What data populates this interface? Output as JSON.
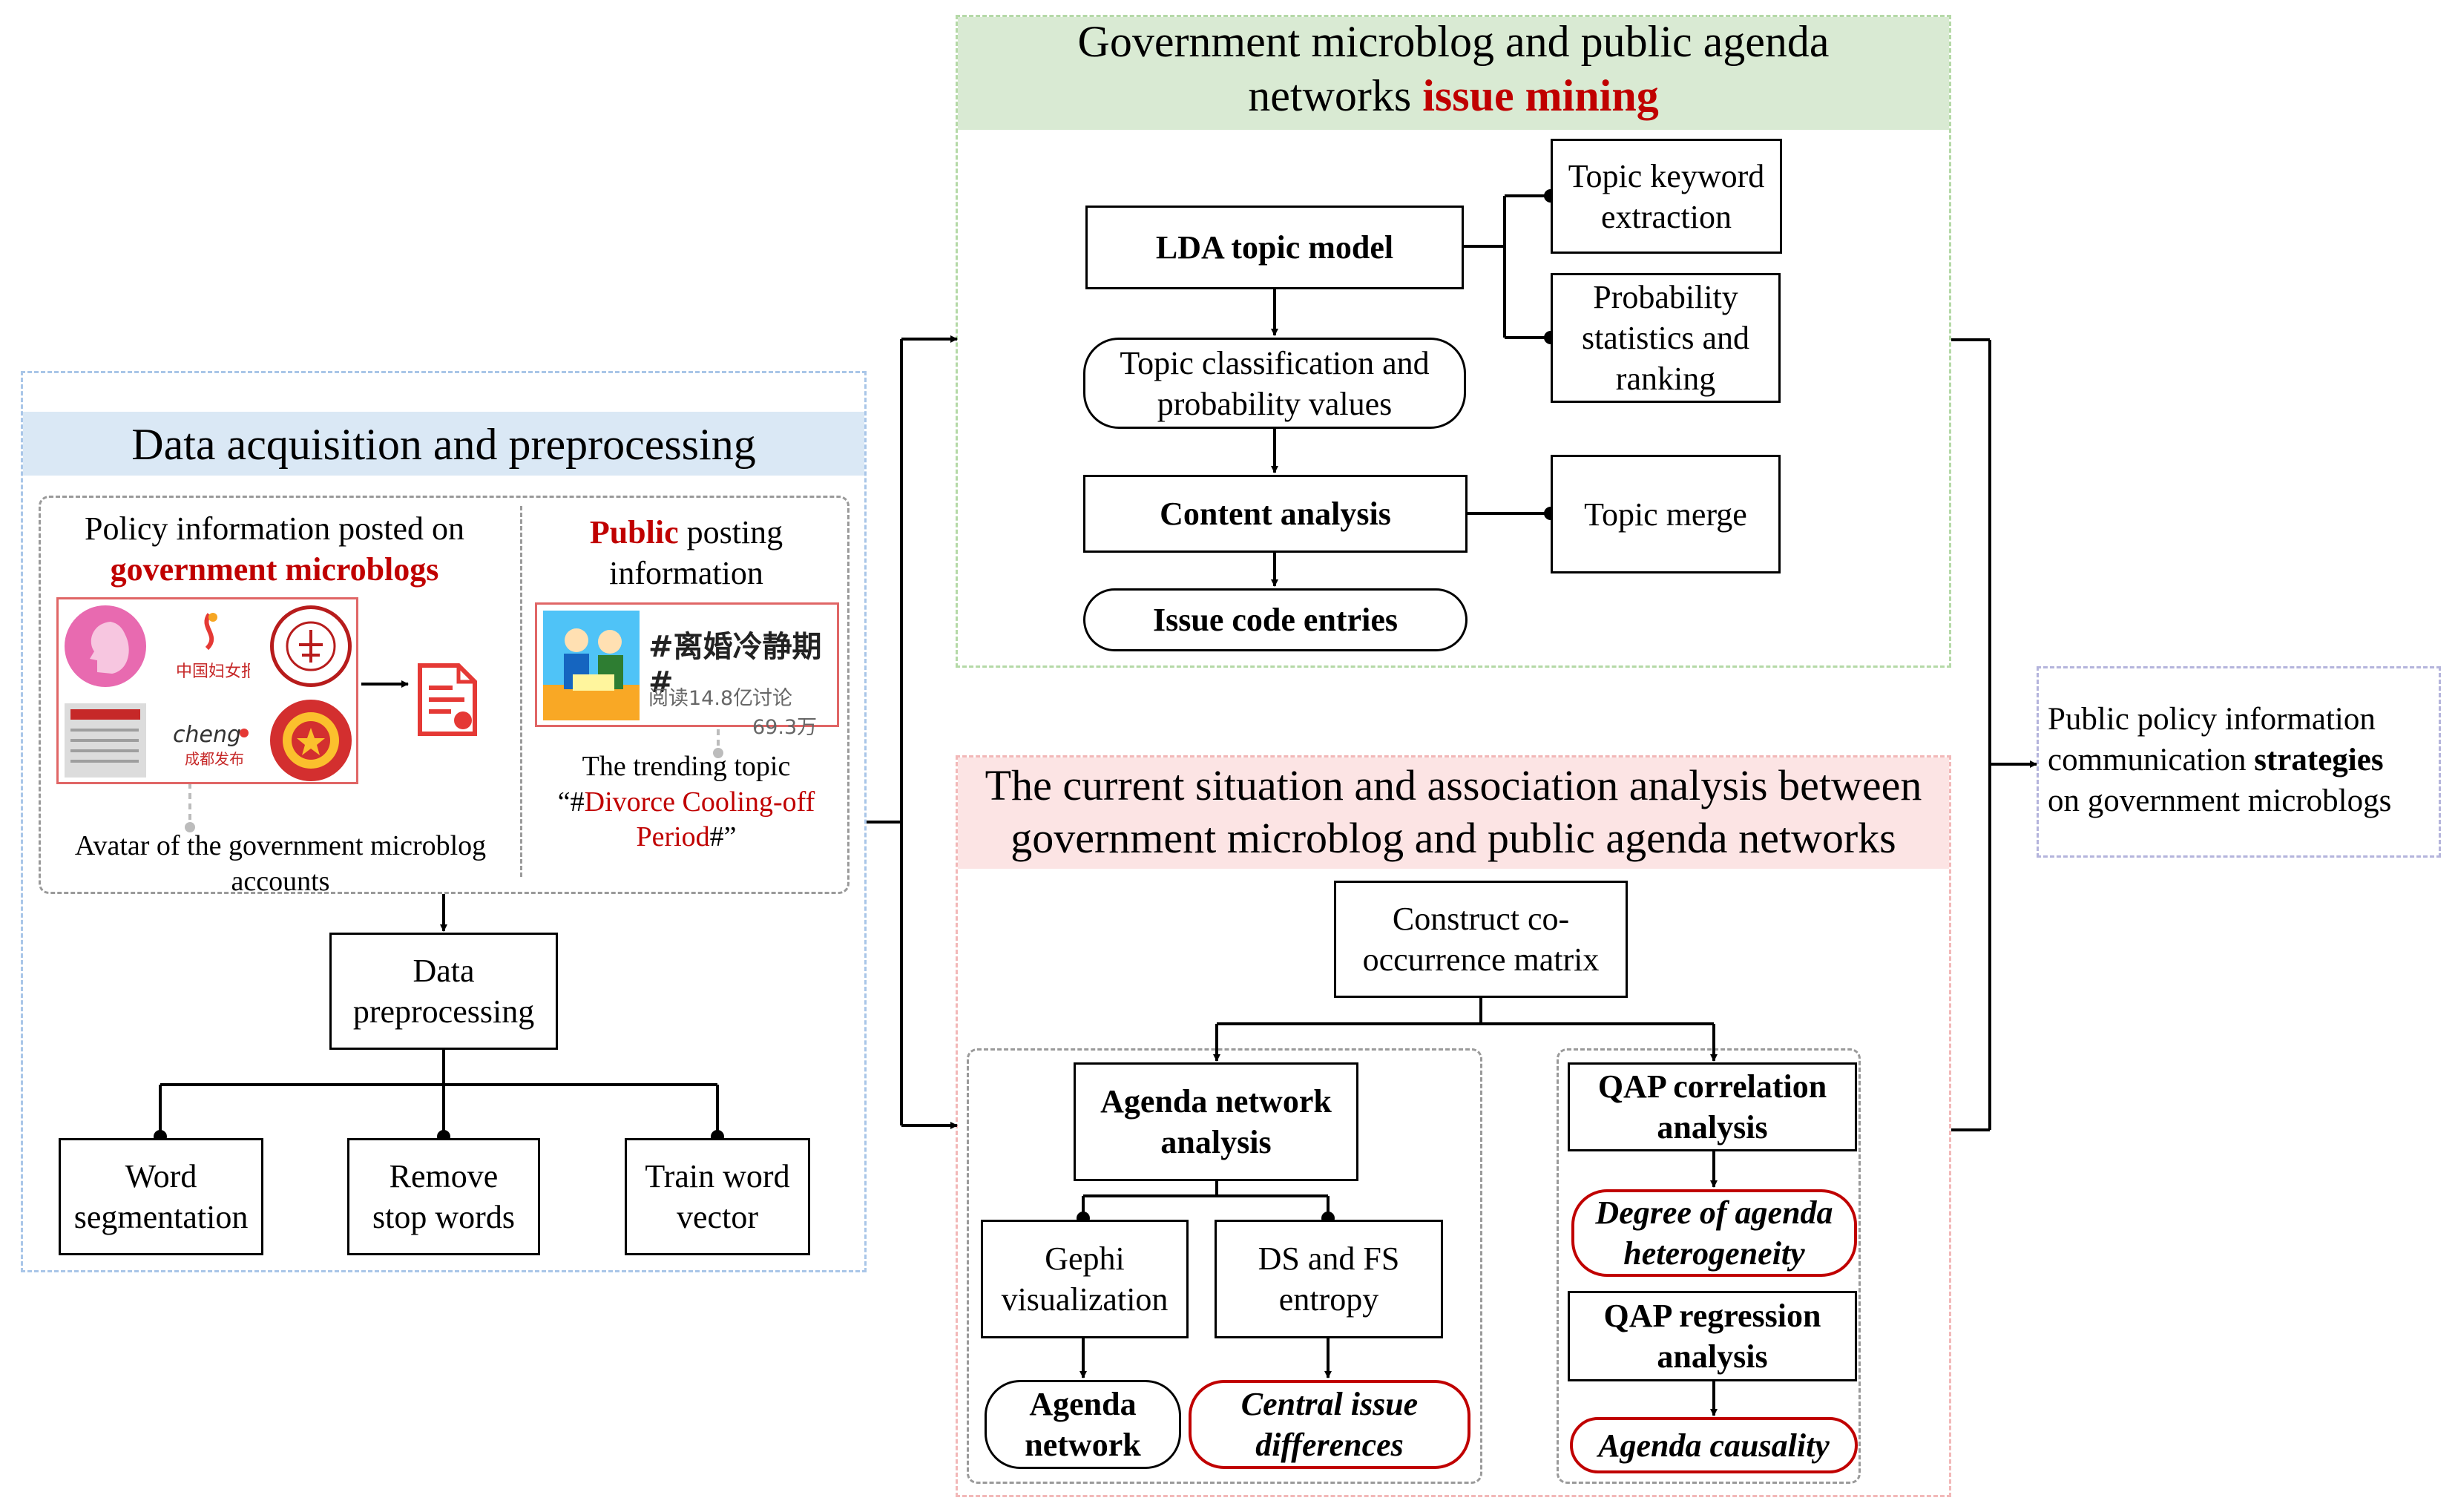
{
  "data_acq": {
    "title": "Data acquisition and preprocessing",
    "policy_info": "Policy information posted on",
    "gov_microblogs": "government microblogs",
    "public_word": "Public",
    "posting_info": " posting",
    "information": "information",
    "avatar_caption": "Avatar of the government microblog accounts",
    "trending_caption": "The trending topic",
    "trending_quote_open": "“#",
    "trending_topic": "Divorce Cooling-off Period",
    "trending_quote_close": "#”",
    "hashtag": "#离婚冷静期#",
    "reads": "阅读14.8亿",
    "discuss": "讨论69.3万",
    "preprocessing": "Data preprocessing",
    "word_segmentation": "Word segmentation",
    "remove_stop_words": "Remove stop words",
    "train_word_vector": "Train word vector"
  },
  "issue_mining": {
    "title_line1": "Government microblog and public agenda",
    "title_line2_prefix": "networks ",
    "title_highlight": "issue mining",
    "lda": "LDA topic model",
    "topic_keyword": "Topic keyword extraction",
    "prob_stats": "Probability statistics and ranking",
    "topic_classification": "Topic classification and probability values",
    "content_analysis": "Content analysis",
    "topic_merge": "Topic merge",
    "issue_code": "Issue code entries"
  },
  "association": {
    "title": "The current situation and association analysis between government microblog and public agenda networks",
    "cooccurrence": "Construct co-occurrence matrix",
    "agenda_network_analysis": "Agenda network analysis",
    "gephi": "Gephi visualization",
    "ds_fs": "DS and FS entropy",
    "agenda_network": "Agenda network",
    "central_issue": "Central issue differences",
    "qap_corr": "QAP correlation analysis",
    "degree_heterogeneity": "Degree of  agenda heterogeneity",
    "qap_reg": "QAP regression analysis",
    "agenda_causality": "Agenda causality"
  },
  "output": {
    "line1": "Public policy information",
    "line2_prefix": "communication ",
    "line2_bold": "strategies",
    "line3": "on government microblogs"
  },
  "colors": {
    "accent_red": "#c00000",
    "green_header": "#d9ead3",
    "blue_header": "#dae8f5",
    "pink_header": "#fce4e4",
    "green_border": "#b5d9a7",
    "blue_border": "#a9c6e8",
    "pink_border": "#f2b8b8",
    "purple_border": "#b4b4dc"
  }
}
